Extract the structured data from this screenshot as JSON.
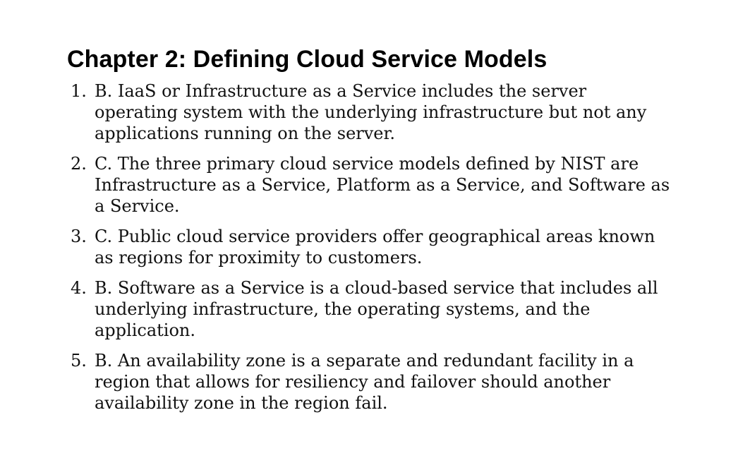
{
  "chapter": {
    "title": "Chapter 2: Defining Cloud Service Models"
  },
  "answers": [
    {
      "number": "1.",
      "text": "B. IaaS or Infrastructure as a Service includes the server operating system with the underlying infrastructure but not any applications running on the server."
    },
    {
      "number": "2.",
      "text": "C. The three primary cloud service models defined by NIST are Infrastructure as a Service, Platform as a Service, and Software as a Service."
    },
    {
      "number": "3.",
      "text": "C. Public cloud service providers offer geographical areas known as regions for proximity to customers."
    },
    {
      "number": "4.",
      "text": "B. Software as a Service is a cloud-based service that includes all underlying infrastructure, the operating systems, and the application."
    },
    {
      "number": "5.",
      "text": "B. An availability zone is a separate and redundant facility in a region that allows for resiliency and failover should another availability zone in the region fail."
    }
  ]
}
